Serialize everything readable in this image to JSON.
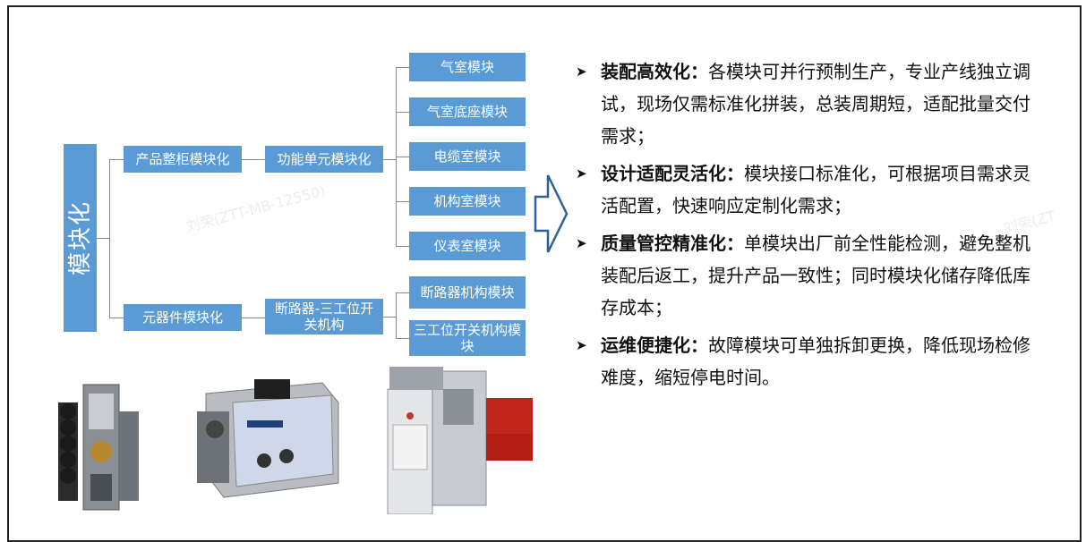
{
  "diagram": {
    "root": "模块化",
    "level1": [
      {
        "label": "产品整柜模块化"
      },
      {
        "label": "元器件模块化"
      }
    ],
    "level2": [
      {
        "label": "功能单元模块化"
      },
      {
        "label": "断路器-三工位开关机构"
      }
    ],
    "level3_a": [
      "气室模块",
      "气室底座模块",
      "电缆室模块",
      "机构室模块",
      "仪表室模块"
    ],
    "level3_b": [
      "断路器机构模块",
      "三工位开关机构模块"
    ]
  },
  "bullets": [
    {
      "title": "装配高效化：",
      "text": "各模块可并行预制生产，专业产线独立调试，现场仅需标准化拼装，总装周期短，适配批量交付需求；"
    },
    {
      "title": "设计适配灵活化：",
      "text": "模块接口标准化，可根据项目需求灵活配置，快速响应定制化需求；"
    },
    {
      "title": "质量管控精准化：",
      "text": "单模块出厂前全性能检测，避免整机装配后返工，提升产品一致性；同时模块化储存降低库存成本；"
    },
    {
      "title": "运维便捷化：",
      "text": "故障模块可单独拆卸更换，降低现场检修难度，缩短停电时间。"
    }
  ],
  "colors": {
    "box": "#5b9bd5",
    "line": "#8a8a8a",
    "arrow": "#2e5f9e"
  }
}
